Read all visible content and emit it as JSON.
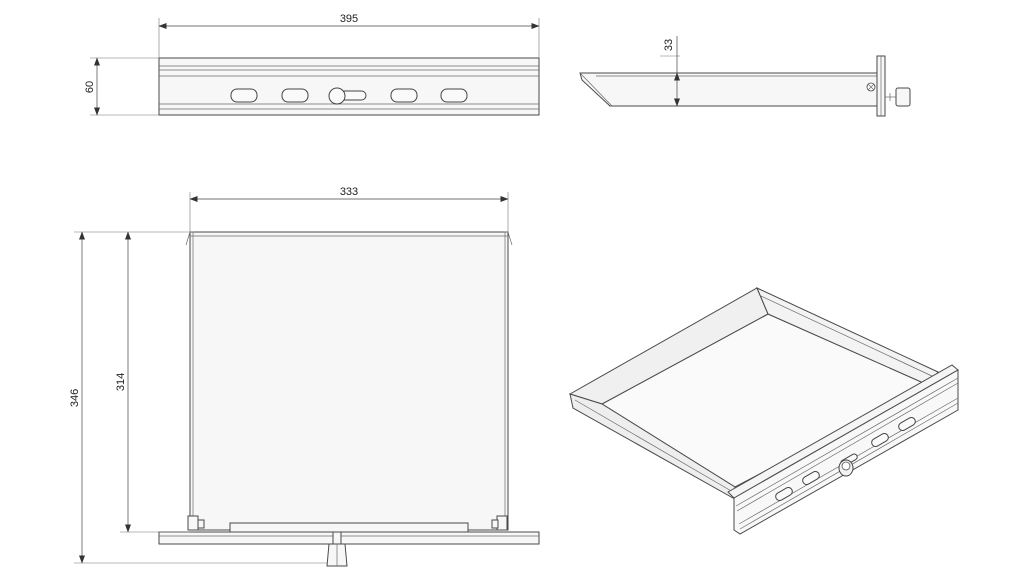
{
  "dimensions": {
    "front_width": "395",
    "front_height": "60",
    "side_height": "33",
    "top_width": "333",
    "top_total_depth": "346",
    "top_inner_depth": "314"
  },
  "colors": {
    "line": "#4a4a4a",
    "background": "#ffffff"
  }
}
